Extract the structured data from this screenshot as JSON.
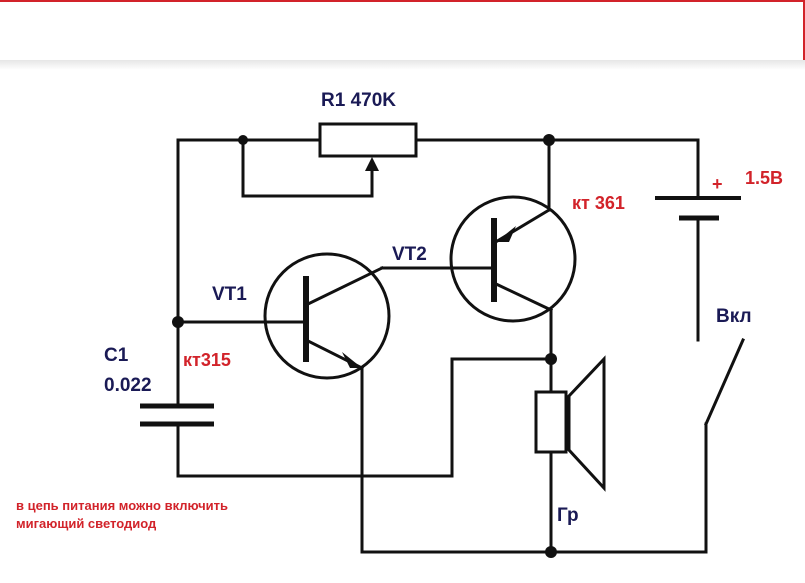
{
  "components": {
    "r1": "R1 470K",
    "vt1": "VT1",
    "vt1_type": "кт315",
    "vt2": "VT2",
    "vt2_type": "кт 361",
    "c1": "C1",
    "c1_value": "0.022",
    "battery_plus": "+",
    "battery_voltage": "1.5B",
    "switch": "Вкл",
    "speaker": "Гр"
  },
  "note": {
    "line1": "в цепь питания можно включить",
    "line2": "мигающий светодиод"
  },
  "colors": {
    "wire": "#111111",
    "label_dark": "#1a1a55",
    "label_red": "#d2232a"
  }
}
